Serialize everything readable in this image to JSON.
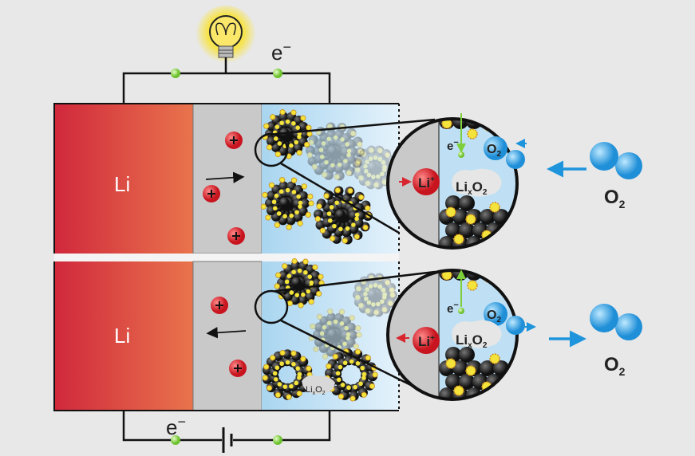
{
  "electron_top": "e",
  "electron_bottom": "e",
  "electron_sup": "−",
  "anode": {
    "top_label": "Li",
    "bottom_label": "Li"
  },
  "cathode_product_small": {
    "base": "Li",
    "sub_x": "x",
    "o": "O",
    "sub_2": "2"
  },
  "zoom_discharge": {
    "li_ion": "Li",
    "li_sup": "+",
    "electron": "e",
    "product_li": "Li",
    "product_x": "x",
    "product_o": "O",
    "product_2": "2",
    "oxygen": "O",
    "oxygen_sub": "2"
  },
  "zoom_charge": {
    "li_ion": "Li",
    "li_sup": "+",
    "electron": "e",
    "product_li": "Li",
    "product_x": "x",
    "product_o": "O",
    "product_2": "2",
    "oxygen": "O",
    "oxygen_sub": "2"
  },
  "oxygen_in": {
    "label": "O",
    "sub": "2"
  },
  "oxygen_out": {
    "label": "O",
    "sub": "2"
  },
  "colors": {
    "anode": "#d42b3c",
    "separator": "#c9c9c9",
    "electrolyte": "#bfe0f4",
    "oxygen": "#2b9be0",
    "ion": "#d8262e",
    "electron": "#7dcf3b",
    "arrow_blue": "#1e94dc"
  }
}
